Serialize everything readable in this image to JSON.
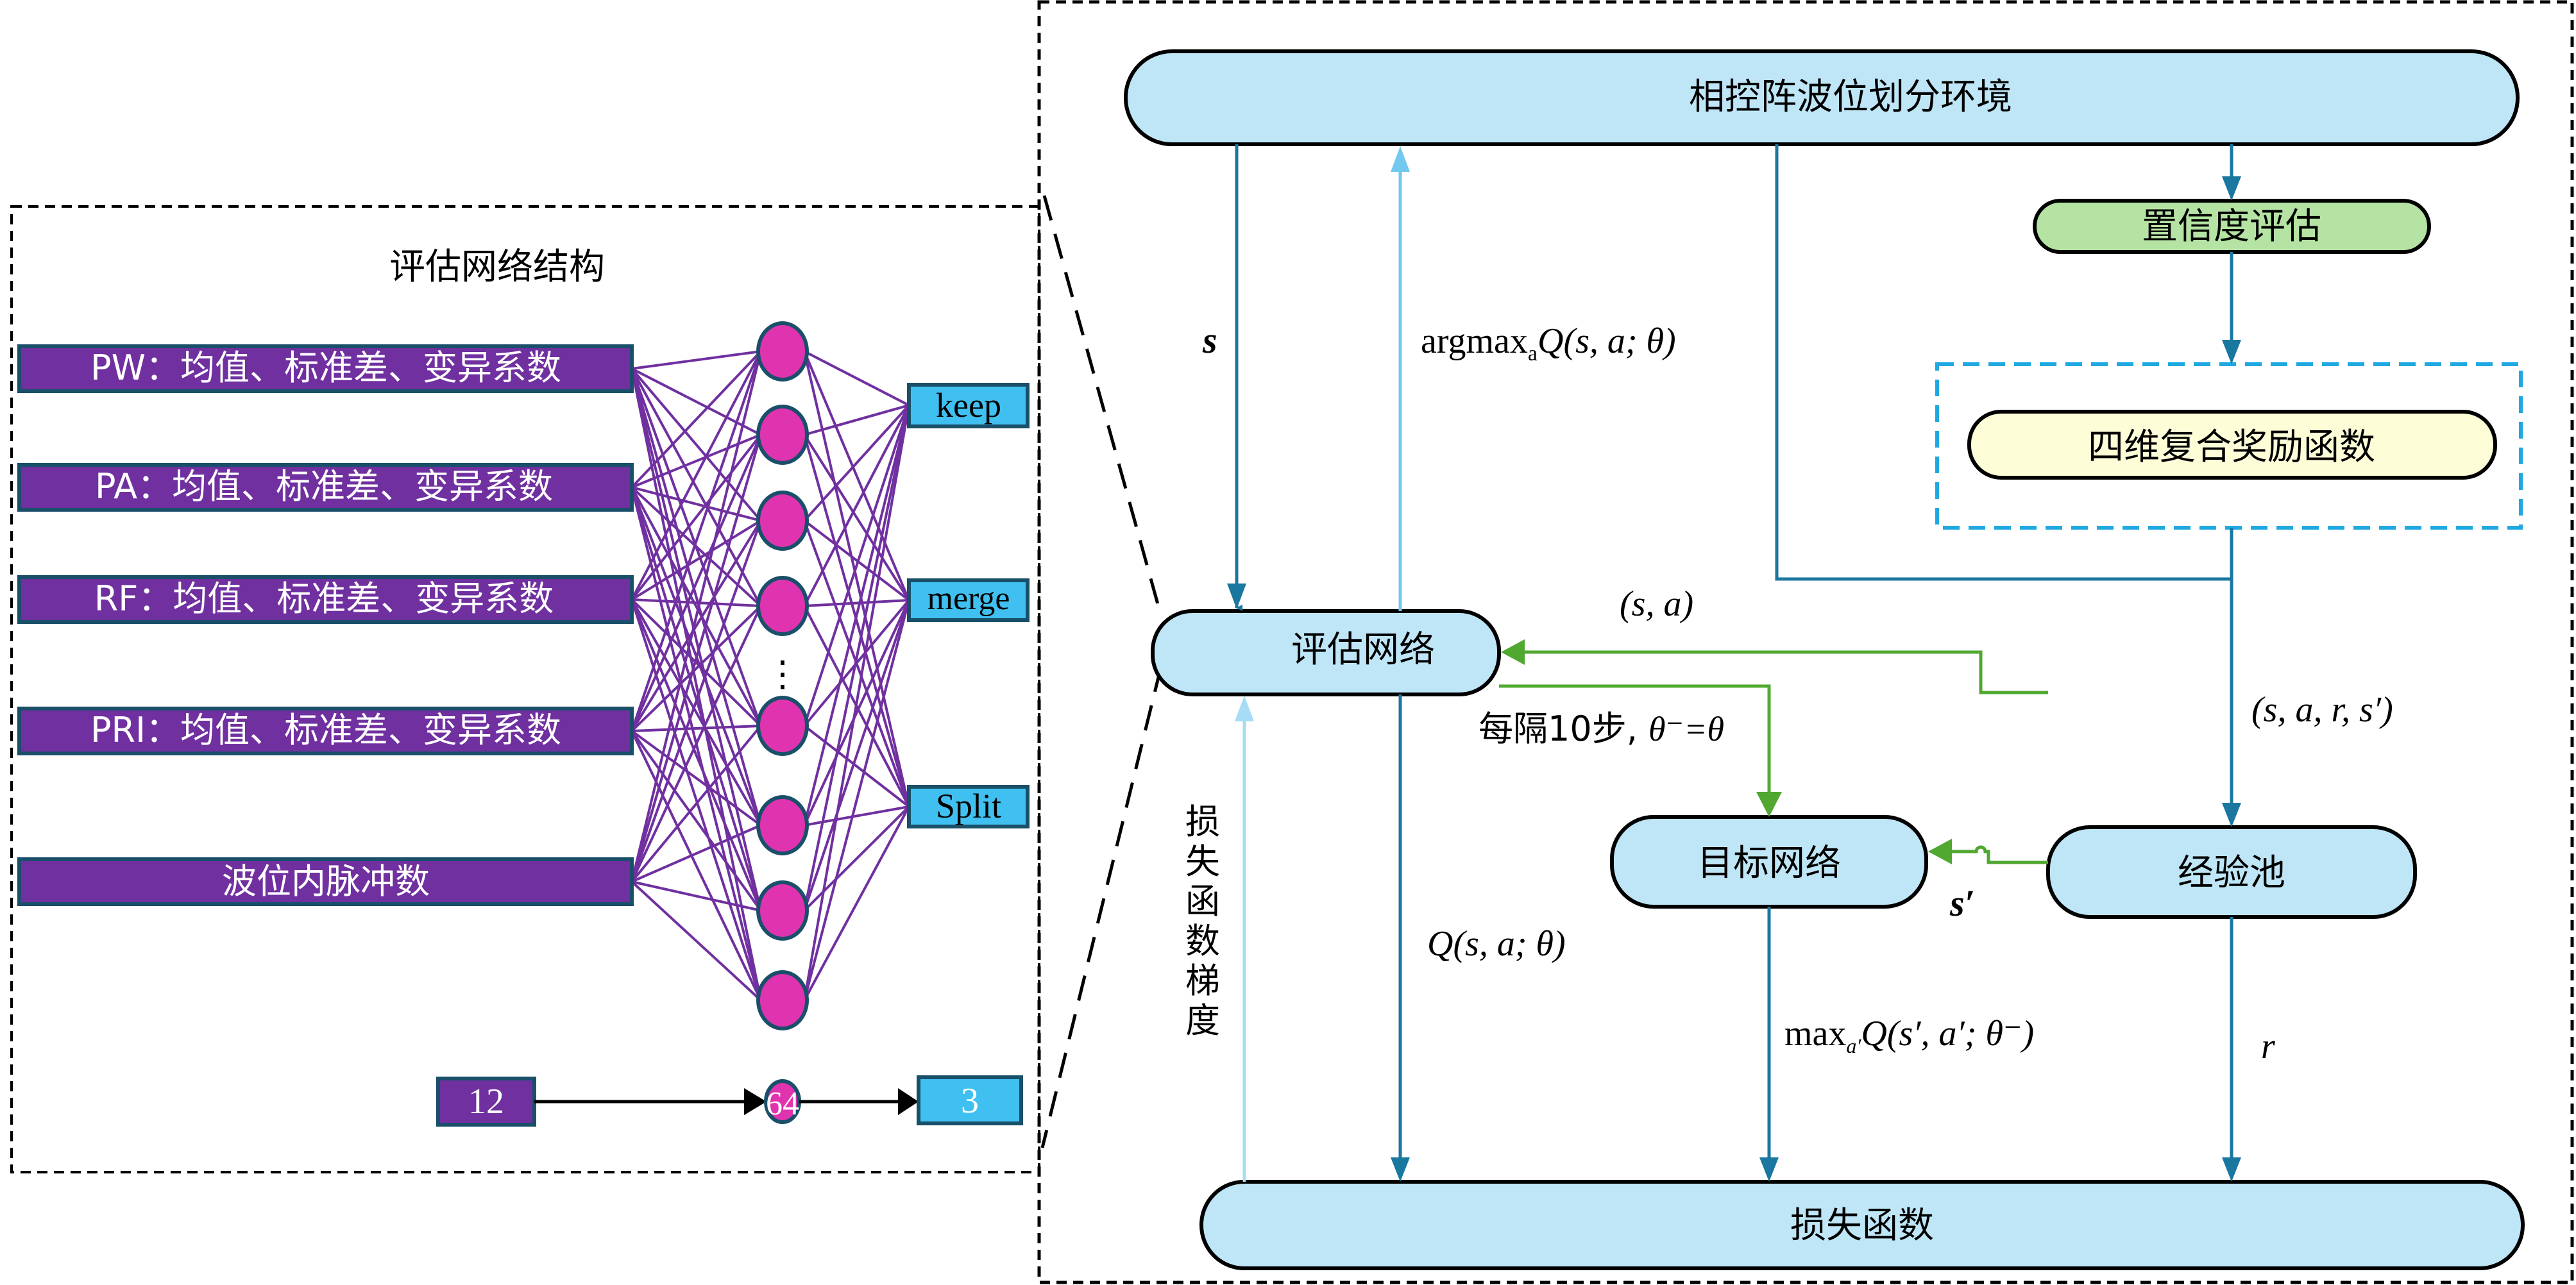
{
  "left_panel": {
    "title": "评估网络结构",
    "inputs": [
      {
        "label": "PW：均值、标准差、变异系数"
      },
      {
        "label": "PA：均值、标准差、变异系数"
      },
      {
        "label": "RF：均值、标准差、变异系数"
      },
      {
        "label": "PRI：均值、标准差、变异系数"
      },
      {
        "label": "波位内脉冲数"
      }
    ],
    "hidden_ellipsis": "⋮",
    "outputs": [
      {
        "label": "keep"
      },
      {
        "label": "merge"
      },
      {
        "label": "Split"
      }
    ],
    "layer_sizes": {
      "input": "12",
      "hidden": "64",
      "output": "3"
    }
  },
  "right_panel": {
    "nodes": {
      "environment": "相控阵波位划分环境",
      "confidence": "置信度评估",
      "reward": "四维复合奖励函数",
      "eval_net": "评估网络",
      "target_net": "目标网络",
      "replay_pool": "经验池",
      "loss": "损失函数"
    },
    "labels": {
      "state": "s",
      "argmax": "argmax",
      "argmax_sub": "a",
      "argmax_expr": "Q(s, a; θ)",
      "sa": "(s, a)",
      "transition": "(s, a, r, s′)",
      "sync_prefix": "每隔10步, ",
      "sync_expr": "θ⁻=θ",
      "next_state": "s′",
      "q_eval": "Q(s, a; θ)",
      "max": "max",
      "max_sub": "a′",
      "max_expr": "Q(s′, a′; θ⁻)",
      "reward": "r",
      "gradient": [
        "损",
        "失",
        "函",
        "数",
        "梯",
        "度"
      ]
    }
  },
  "colors": {
    "input_fill": "#7030a0",
    "hidden_fill": "#e033b0",
    "output_fill": "#40c0f0",
    "node_stroke": "#1a4f6a",
    "edge": "#7030a0",
    "box_fill": "#bfe6f7",
    "confidence_fill": "#b5e3a4",
    "reward_fill": "#fdfdd8",
    "arrow_dark": "#1a77a0",
    "arrow_light": "#72c8ef",
    "arrow_green": "#50a830",
    "reward_dash": "#20a8e0"
  }
}
